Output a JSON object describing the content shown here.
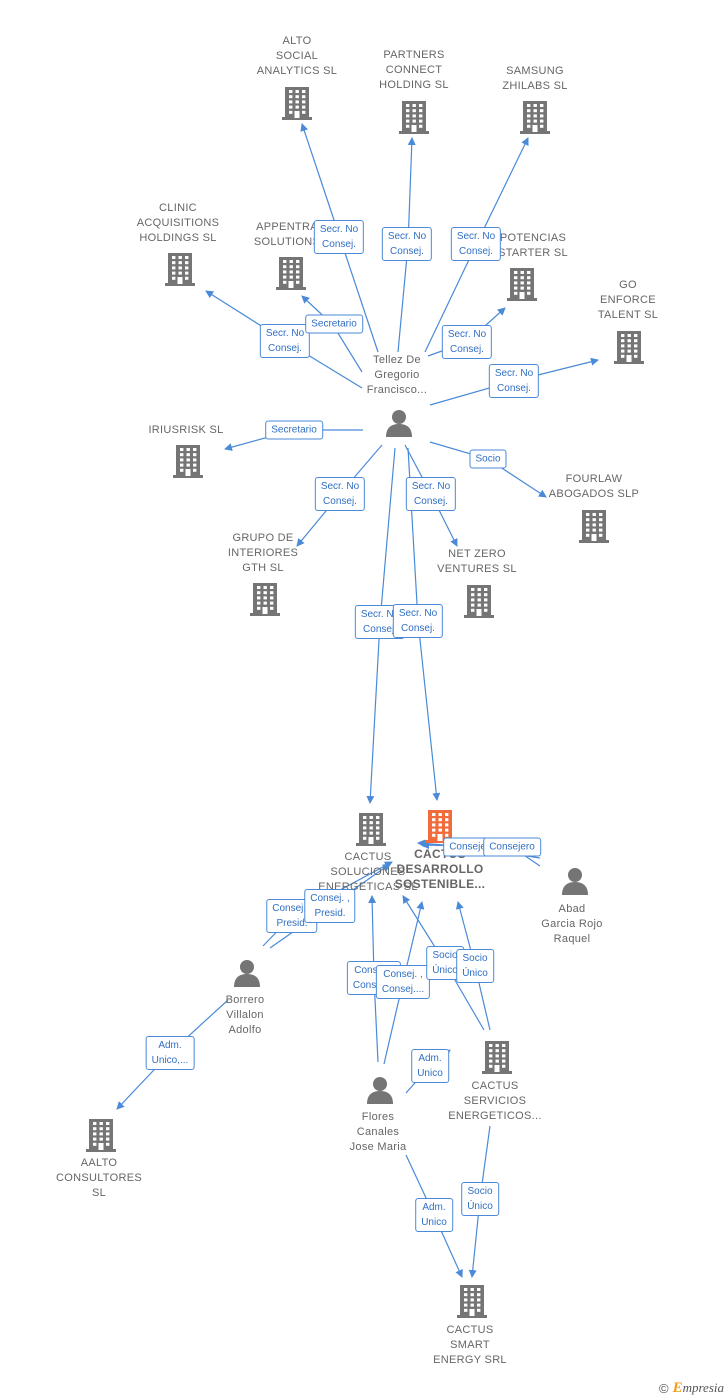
{
  "colors": {
    "edge": "#4a8ad8",
    "node_icon": "#757575",
    "focus_icon": "#f26b3a",
    "label_text": "#666666"
  },
  "companies": [
    {
      "id": "alto",
      "name": "ALTO\nSOCIAL\nANALYTICS  SL",
      "icon": "building-icon"
    },
    {
      "id": "partners",
      "name": "PARTNERS\nCONNECT\nHOLDING  SL",
      "icon": "building-icon"
    },
    {
      "id": "samsung",
      "name": "SAMSUNG\nZHILABS  SL",
      "icon": "building-icon"
    },
    {
      "id": "clinic",
      "name": "CLINIC\nACQUISITIONS\nHOLDINGS  SL",
      "icon": "building-icon"
    },
    {
      "id": "appentra",
      "name": "APPENTRA\nSOLUTIONS",
      "icon": "building-icon"
    },
    {
      "id": "potencias",
      "name": "POTENCIAS\nSTARTER  SL",
      "icon": "building-icon"
    },
    {
      "id": "goenforce",
      "name": "GO\nENFORCE\nTALENT  SL",
      "icon": "building-icon"
    },
    {
      "id": "iriusrisk",
      "name": "IRIUSRISK  SL",
      "icon": "building-icon"
    },
    {
      "id": "fourlaw",
      "name": "FOURLAW\nABOGADOS  SLP",
      "icon": "building-icon"
    },
    {
      "id": "grupo",
      "name": "GRUPO DE\nINTERIORES\nGTH  SL",
      "icon": "building-icon"
    },
    {
      "id": "netzero",
      "name": "NET ZERO\nVENTURES  SL",
      "icon": "building-icon"
    },
    {
      "id": "cactus_sol",
      "name": "CACTUS\nSOLUCIONES\nENERGETICAS SL",
      "icon": "building-icon"
    },
    {
      "id": "cactus_des",
      "name": "CACTUS\nDESARROLLO\nSOSTENIBLE...",
      "icon": "building-icon",
      "focus": true
    },
    {
      "id": "cactus_serv",
      "name": "CACTUS\nSERVICIOS\nENERGETICOS...",
      "icon": "building-icon"
    },
    {
      "id": "aalto",
      "name": "AALTO\nCONSULTORES\nSL",
      "icon": "building-icon"
    },
    {
      "id": "cactus_smart",
      "name": "CACTUS\nSMART\nENERGY SRL",
      "icon": "building-icon"
    }
  ],
  "persons": [
    {
      "id": "tellez",
      "name": "Tellez De\nGregorio\nFrancisco...",
      "icon": "person-icon"
    },
    {
      "id": "abad",
      "name": "Abad\nGarcia Rojo\nRaquel",
      "icon": "person-icon"
    },
    {
      "id": "borrero",
      "name": "Borrero\nVillalon\nAdolfo",
      "icon": "person-icon"
    },
    {
      "id": "flores",
      "name": "Flores\nCanales\nJose Maria",
      "icon": "person-icon"
    }
  ],
  "edges": [
    {
      "from": "tellez",
      "to": "alto",
      "label": "Secr.  No\nConsej."
    },
    {
      "from": "tellez",
      "to": "partners",
      "label": "Secr.  No\nConsej."
    },
    {
      "from": "tellez",
      "to": "samsung",
      "label": "Secr.  No\nConsej."
    },
    {
      "from": "tellez",
      "to": "clinic",
      "label": "Secr.  No\nConsej."
    },
    {
      "from": "tellez",
      "to": "appentra",
      "label": "Secretario"
    },
    {
      "from": "tellez",
      "to": "potencias",
      "label": "Secr.  No\nConsej."
    },
    {
      "from": "tellez",
      "to": "goenforce",
      "label": "Secr.  No\nConsej."
    },
    {
      "from": "tellez",
      "to": "iriusrisk",
      "label": "Secretario"
    },
    {
      "from": "tellez",
      "to": "fourlaw",
      "label": "Socio"
    },
    {
      "from": "tellez",
      "to": "grupo",
      "label": "Secr.  No\nConsej."
    },
    {
      "from": "tellez",
      "to": "netzero",
      "label": "Secr.  No\nConsej."
    },
    {
      "from": "tellez",
      "to": "cactus_sol",
      "label": "Secr.  No\nConsej."
    },
    {
      "from": "tellez",
      "to": "cactus_des",
      "label": "Secr.  No\nConsej."
    },
    {
      "from": "abad",
      "to": "cactus_des",
      "label": "Consejero"
    },
    {
      "from": "abad",
      "to": "cactus_des",
      "label": "Consejero"
    },
    {
      "from": "borrero",
      "to": "cactus_sol",
      "label": "Consej. ,\nPresid."
    },
    {
      "from": "borrero",
      "to": "cactus_des",
      "label": "Consej. ,\nPresid."
    },
    {
      "from": "borrero",
      "to": "aalto",
      "label": "Adm.\nUnico,..."
    },
    {
      "from": "flores",
      "to": "cactus_sol",
      "label": "Consej. ,\nConsej...."
    },
    {
      "from": "flores",
      "to": "cactus_des",
      "label": "Consej. ,\nConsej...."
    },
    {
      "from": "cactus_serv",
      "to": "cactus_sol",
      "label": "Socio\nÚnico"
    },
    {
      "from": "cactus_serv",
      "to": "cactus_des",
      "label": "Socio\nÚnico"
    },
    {
      "from": "flores",
      "to": "cactus_serv",
      "label": "Adm.\nUnico"
    },
    {
      "from": "flores",
      "to": "cactus_smart",
      "label": "Adm.\nUnico"
    },
    {
      "from": "cactus_serv",
      "to": "cactus_smart",
      "label": "Socio\nÚnico"
    }
  ],
  "footer": {
    "copyright": "©",
    "brand_initial": "E",
    "brand_rest": "mpresia"
  }
}
